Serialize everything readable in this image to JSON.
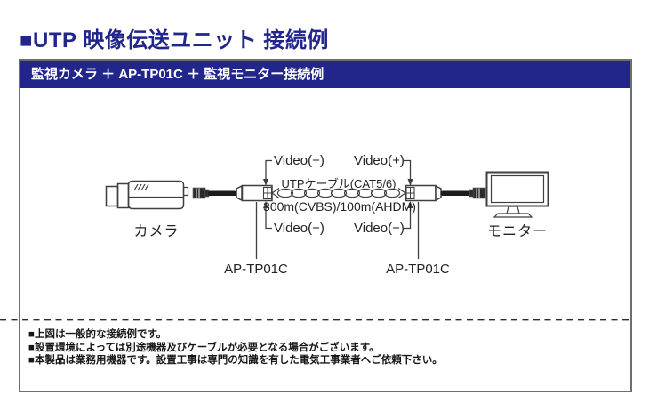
{
  "page": {
    "title": "■UTP 映像伝送ユニット 接続例"
  },
  "panel": {
    "header": "監視カメラ ＋ AP-TP01C ＋ 監視モニター接続例"
  },
  "diagram": {
    "camera_label": "カメラ",
    "monitor_label": "モニター",
    "video_plus": "Video(+)",
    "video_minus": "Video(−)",
    "cable_label_top": "UTPケーブル(CAT5/6)",
    "cable_label_bottom": "300m(CVBS)/100m(AHDM)",
    "transmitter_label": "AP-TP01C",
    "receiver_label": "AP-TP01C"
  },
  "notes": {
    "items": [
      "■上図は一般的な接続例です。",
      "■設置環境によっては別途機器及びケーブルが必要となる場合がございます。",
      "■本製品は業務用機器です。設置工事は専門の知識を有した電気工事業者へご依頼下さい。"
    ]
  },
  "colors": {
    "accent_navy": "#22268b",
    "line": "#3f3f3f",
    "cable_black": "#1c1c1c"
  }
}
